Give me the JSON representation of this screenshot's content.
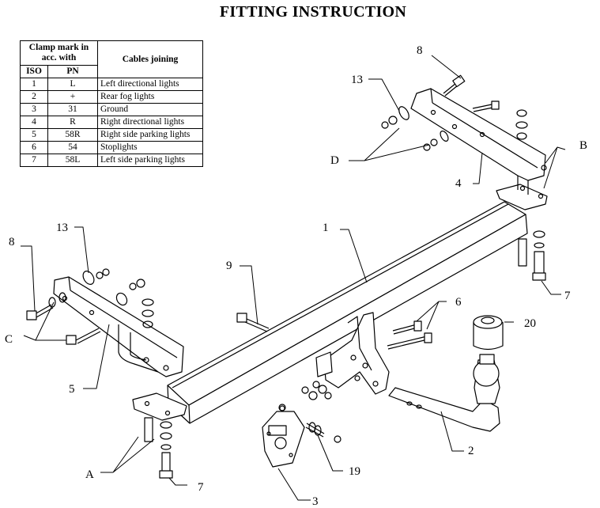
{
  "title": "FITTING INSTRUCTION",
  "table": {
    "header_clamp": "Clamp mark in acc. with",
    "header_cables": "Cables joining",
    "header_iso": "ISO",
    "header_pn": "PN",
    "rows": [
      {
        "iso": "1",
        "pn": "L",
        "desc": "Left directional lights"
      },
      {
        "iso": "2",
        "pn": "+",
        "desc": "Rear fog lights"
      },
      {
        "iso": "3",
        "pn": "31",
        "desc": "Ground"
      },
      {
        "iso": "4",
        "pn": "R",
        "desc": "Right directional lights"
      },
      {
        "iso": "5",
        "pn": "58R",
        "desc": "Right side parking lights"
      },
      {
        "iso": "6",
        "pn": "54",
        "desc": "Stoplights"
      },
      {
        "iso": "7",
        "pn": "58L",
        "desc": "Left side parking lights"
      }
    ]
  },
  "labels": {
    "l8_top": "8",
    "l13_top": "13",
    "lB": "B",
    "lD": "D",
    "l4": "4",
    "l1": "1",
    "l8_left": "8",
    "l13_left": "13",
    "lC": "C",
    "l9": "9",
    "l7_right": "7",
    "l6": "6",
    "l20": "20",
    "l5": "5",
    "l2": "2",
    "lA": "A",
    "l7_bottom": "7",
    "l19": "19",
    "l3": "3"
  }
}
